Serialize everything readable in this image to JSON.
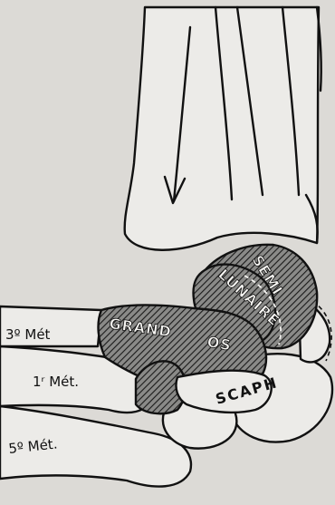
{
  "labels": {
    "met3": "3º Mét",
    "met1": "1ʳ Mét.",
    "met5": "5º Mét.",
    "grand": "GRAND",
    "os": "OS",
    "semi": "SEMI",
    "lunaire": "LUNAIRE",
    "scaph": "SCAPH"
  },
  "colors": {
    "paper": "#dcdad6",
    "ink": "#111111",
    "bone_fill": "#ecebe8"
  }
}
